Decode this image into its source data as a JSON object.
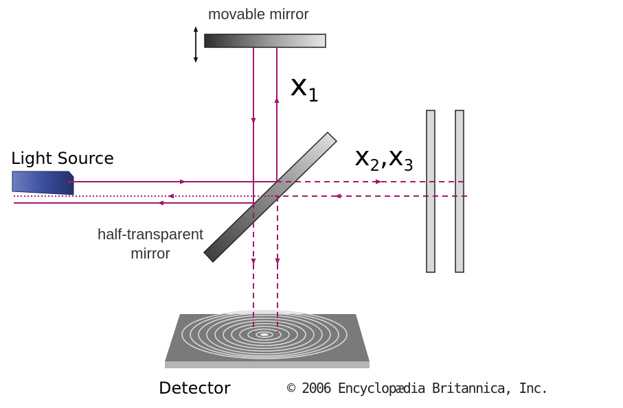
{
  "labels": {
    "movable_mirror": "movable mirror",
    "half_transparent_line1": "half-transparent",
    "half_transparent_line2": "mirror",
    "light_source": "Light Source",
    "detector": "Detector",
    "copyright": "© 2006 Encyclopædia Britannica, Inc.",
    "x1_var": "x",
    "x1_sub": "1",
    "x2_var": "x",
    "x2_sub": "2",
    "separator": ",",
    "x3_var": "x",
    "x3_sub": "3"
  },
  "colors": {
    "beam": "#a0186e",
    "source_body": "#3b4f9e",
    "mirror_fill": "#9a9a9a",
    "plate_fill": "#d9d9d9",
    "detector_fill": "#7d7d7d"
  }
}
